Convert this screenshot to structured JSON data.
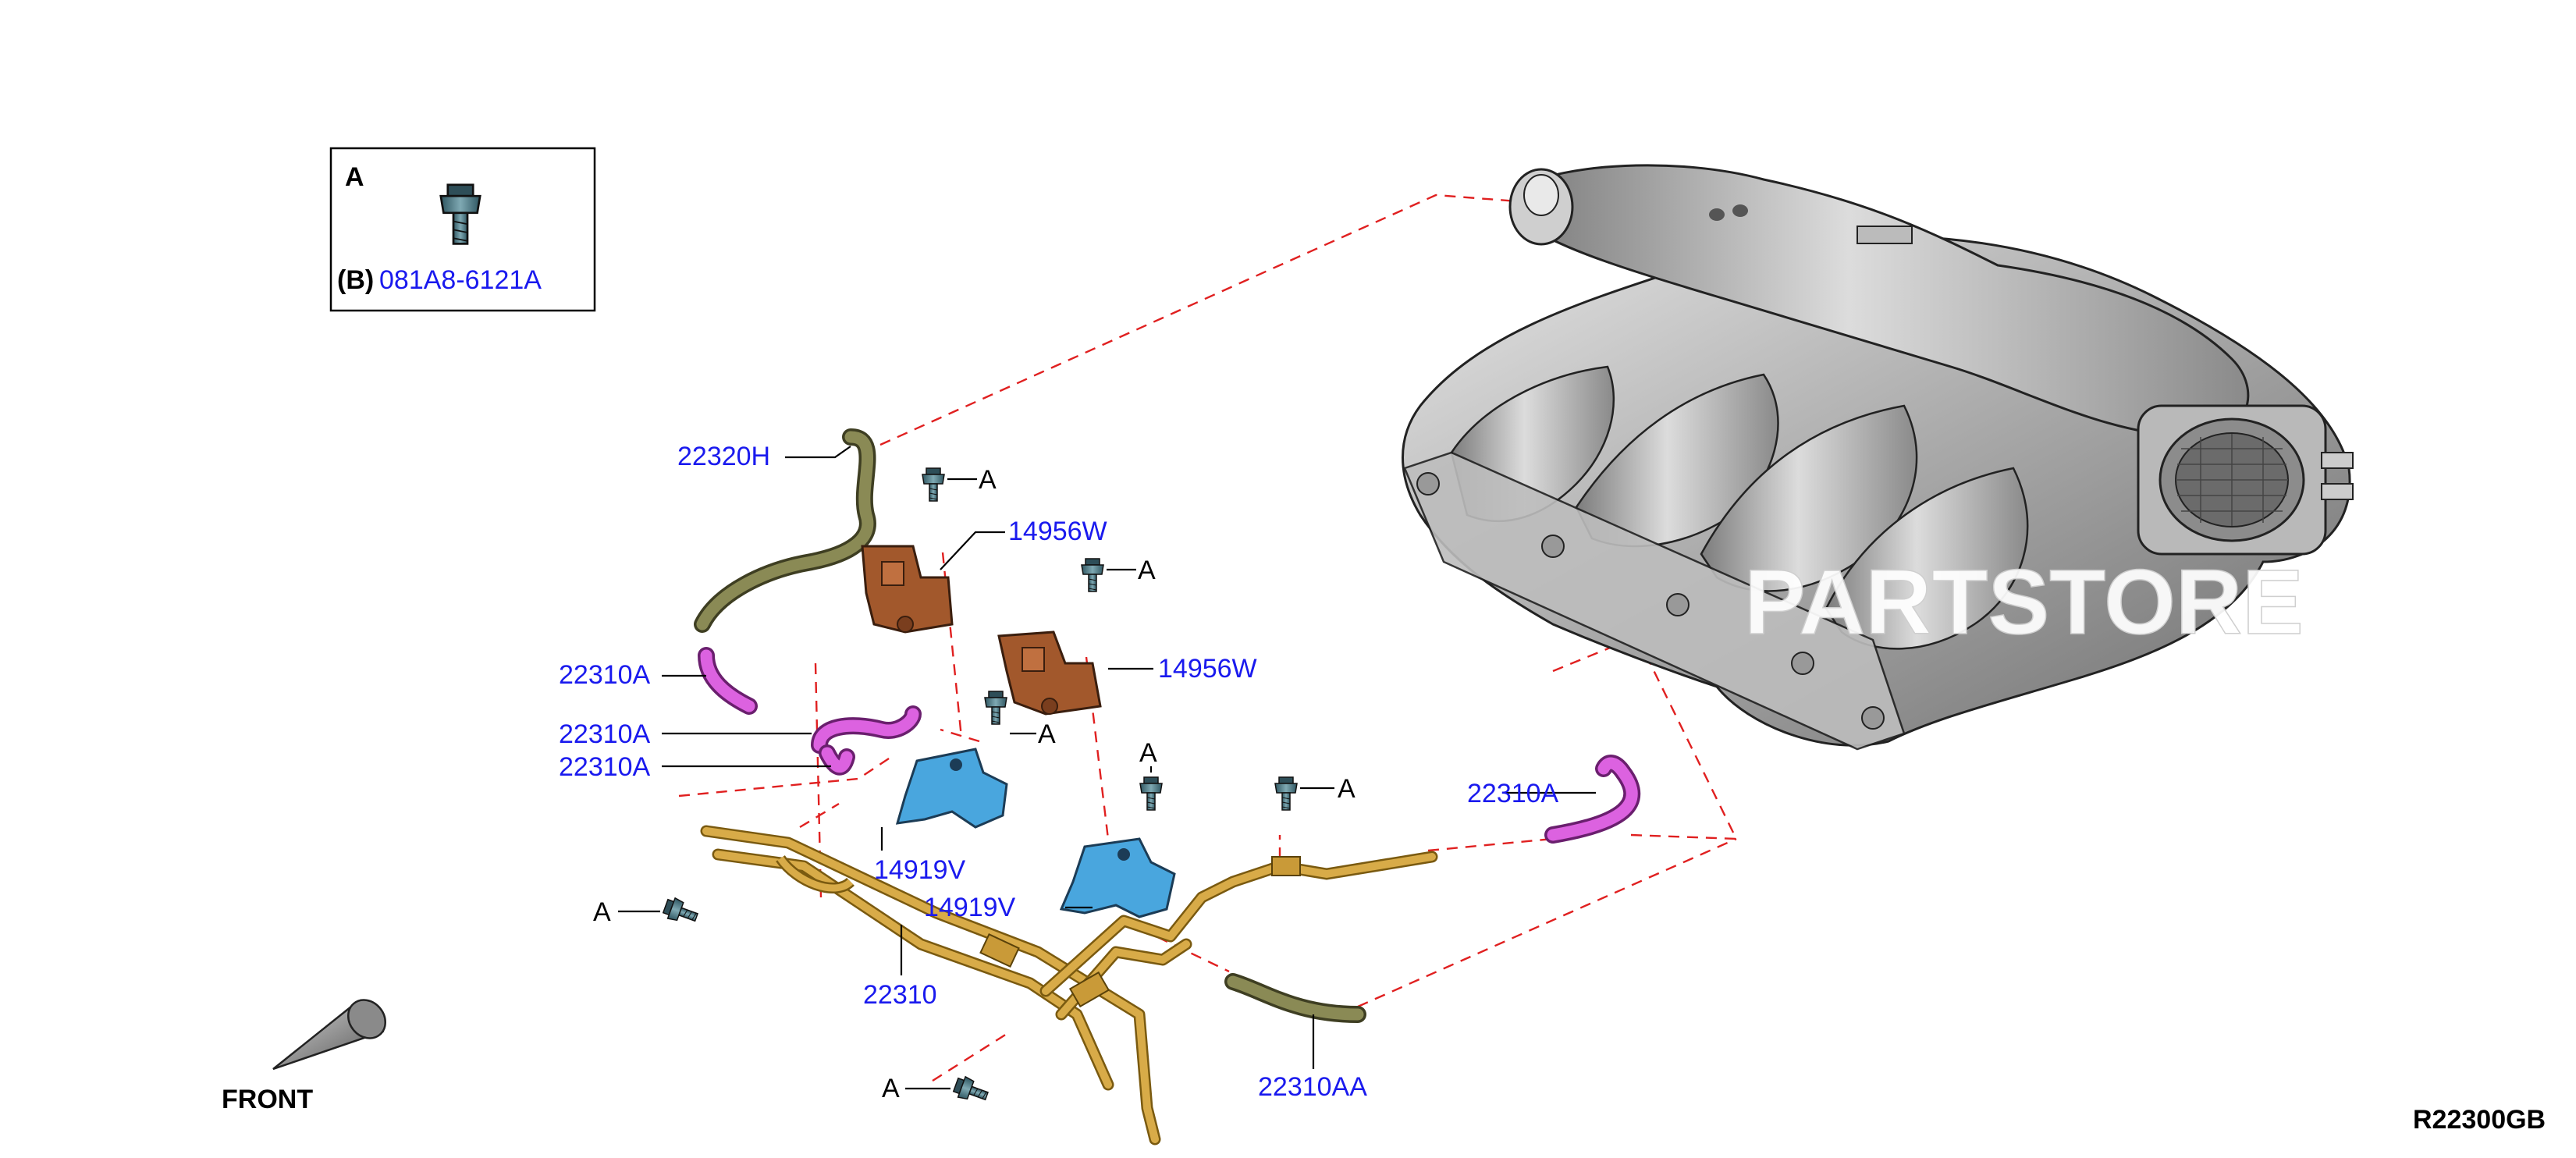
{
  "inset": {
    "letter": "A",
    "part_prefix": "(B)",
    "part_number": "081A8-6121A"
  },
  "labels": {
    "hose_22320H": "22320H",
    "valve_14956W_1": "14956W",
    "valve_14956W_2": "14956W",
    "hose_22310A_1": "22310A",
    "hose_22310A_2": "22310A",
    "hose_22310A_3": "22310A",
    "hose_22310A_4": "22310A",
    "bracket_14919V_1": "14919V",
    "bracket_14919V_2": "14919V",
    "tube_22310": "22310",
    "hose_22310AA": "22310AA"
  },
  "callout_letter": "A",
  "front_label": "FRONT",
  "diagram_code": "R22300GB",
  "watermark": "PARTSTORE",
  "colors": {
    "label_blue": "#1a1aee",
    "dash_red": "#e02020",
    "hose_magenta": "#d45ad8",
    "bracket_blue": "#4aa6dc",
    "tube_gold": "#d4a640",
    "valve_brown": "#a0582e",
    "hose_olive": "#7a7a4a",
    "manifold_grey": "#a9a9a9"
  }
}
